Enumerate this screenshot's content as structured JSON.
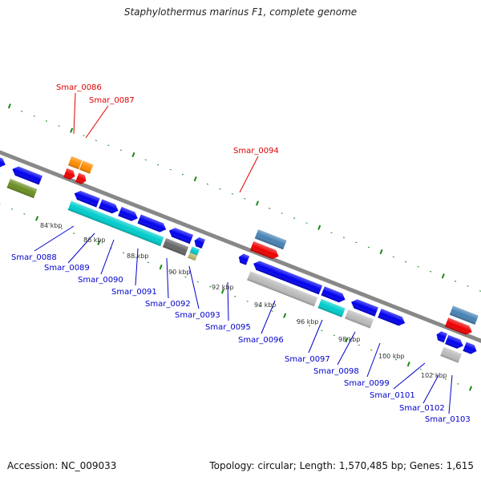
{
  "title": "Staphylothermus marinus F1, complete genome",
  "footer": {
    "accession": "Accession: NC_009033",
    "summary": "Topology: circular; Length: 1,570,485 bp; Genes: 1,615"
  },
  "colors": {
    "backbone": "#888888",
    "tick": "#1a8a1a",
    "label_top": "#e00000",
    "label_bottom": "#0000cc",
    "blue": "#0000ee",
    "cyan": "#00cccc",
    "orange": "#ff8c00",
    "red": "#ee0000",
    "olive": "#6b8e23",
    "grey": "#bbbbbb",
    "darkgrey": "#666666",
    "steel": "#4682b4",
    "khaki": "#bdb76b"
  },
  "scale_labels": [
    "84 kbp",
    "86 kbp",
    "88 kbp",
    "90 kbp",
    "92 kbp",
    "94 kbp",
    "96 kbp",
    "98 kbp",
    "100 kbp",
    "102 kbp"
  ],
  "top_labels": [
    "Smar_0086",
    "Smar_0087",
    "Smar_0094"
  ],
  "bottom_labels": [
    "Smar_0088",
    "Smar_0089",
    "Smar_0090",
    "Smar_0091",
    "Smar_0092",
    "Smar_0093",
    "Smar_0095",
    "Smar_0096",
    "Smar_0097",
    "Smar_0098",
    "Smar_0099",
    "Smar_0101",
    "Smar_0102",
    "Smar_0103"
  ]
}
